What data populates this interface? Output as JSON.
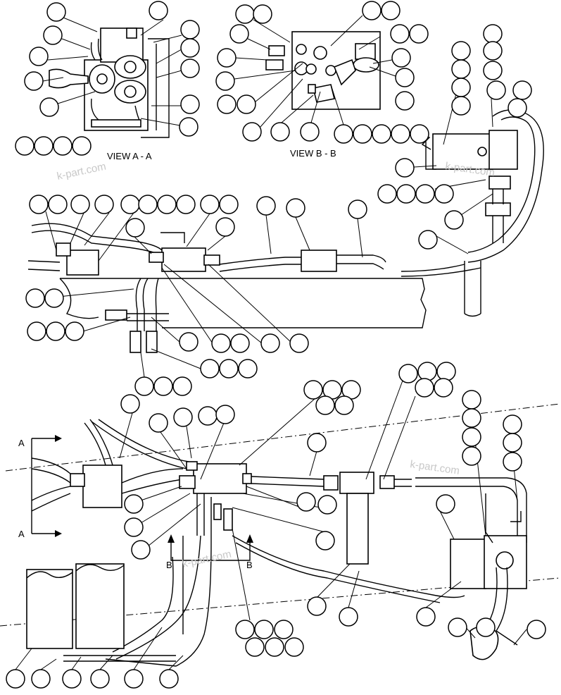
{
  "views": {
    "view_a_label": "VIEW A - A",
    "view_b_label": "VIEW B - B"
  },
  "section_markers": {
    "a_top": "A",
    "a_bottom": "A",
    "b_left": "B",
    "b_right": "B"
  },
  "watermark": "k-part.com",
  "colors": {
    "line": "#000000",
    "background": "#ffffff",
    "watermark": "#c8c8c8"
  }
}
